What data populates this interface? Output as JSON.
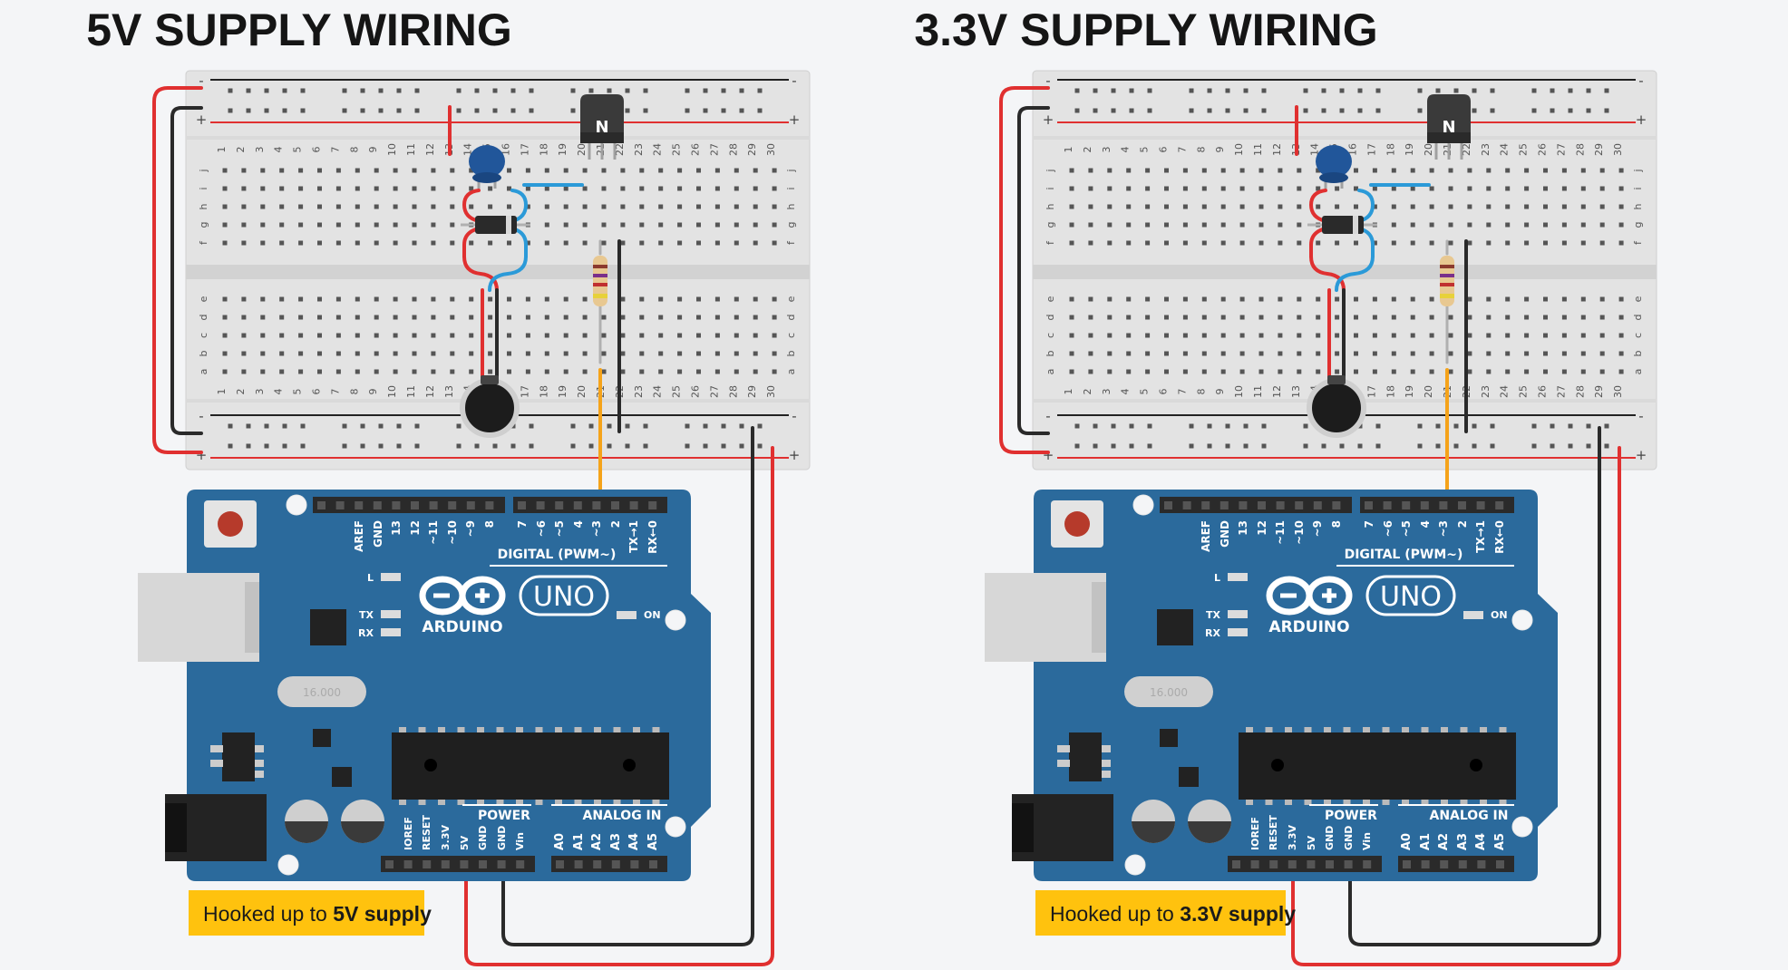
{
  "colors": {
    "background": "#f4f5f7",
    "board": "#2b6a9c",
    "wire_red": "#e03030",
    "wire_black": "#2a2a2a",
    "wire_blue": "#2b9ad8",
    "wire_orange": "#f5a31a",
    "callout": "#ffc20e",
    "capacitor": "#21569a"
  },
  "panels": [
    {
      "title": "5V SUPPLY WIRING",
      "callout": {
        "prefix": "Hooked up to ",
        "bold": "5V supply"
      },
      "supply_pin": "5V"
    },
    {
      "title": "3.3V SUPPLY WIRING",
      "callout": {
        "prefix": "Hooked up to ",
        "bold": "3.3V supply"
      },
      "supply_pin": "3.3V"
    }
  ],
  "breadboard": {
    "rail_signs": [
      "-",
      "+"
    ],
    "top_rows": [
      "j",
      "i",
      "h",
      "g",
      "f"
    ],
    "bottom_rows": [
      "e",
      "d",
      "c",
      "b",
      "a"
    ],
    "columns": [
      "1",
      "2",
      "3",
      "4",
      "5",
      "6",
      "7",
      "8",
      "9",
      "10",
      "11",
      "12",
      "13",
      "14",
      "15",
      "16",
      "17",
      "18",
      "19",
      "20",
      "21",
      "22",
      "23",
      "24",
      "25",
      "26",
      "27",
      "28",
      "29",
      "30"
    ]
  },
  "transistor": {
    "label": "N"
  },
  "arduino": {
    "brand": "ARDUINO",
    "model": "UNO",
    "digital_label": "DIGITAL (PWM~)",
    "digital_pins": [
      "AREF",
      "GND",
      "13",
      "12",
      "~11",
      "~10",
      "~9",
      "8",
      "7",
      "~6",
      "~5",
      "4",
      "~3",
      "2",
      "TX→1",
      "RX←0"
    ],
    "power_label": "POWER",
    "analog_label": "ANALOG IN",
    "power_pins": [
      "IOREF",
      "RESET",
      "3.3V",
      "5V",
      "GND",
      "GND",
      "Vin"
    ],
    "analog_pins": [
      "A0",
      "A1",
      "A2",
      "A3",
      "A4",
      "A5"
    ],
    "leds": [
      "L",
      "TX",
      "RX"
    ],
    "on_label": "ON",
    "crystal": "16.000"
  }
}
